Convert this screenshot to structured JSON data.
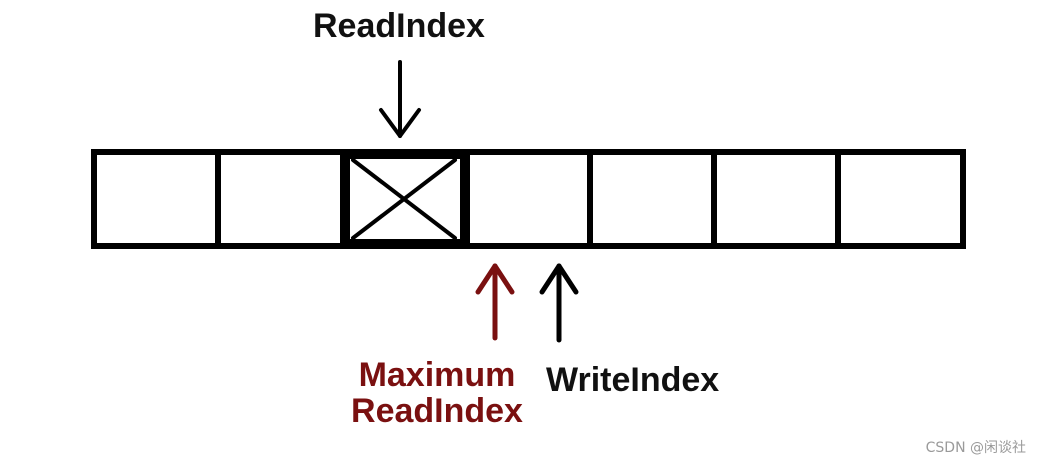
{
  "diagram": {
    "labels": {
      "read_index": "ReadIndex",
      "maximum_read_index_line1": "Maximum",
      "maximum_read_index_line2": "ReadIndex",
      "write_index": "WriteIndex"
    },
    "buffer": {
      "cell_count": 7,
      "marked_cell_index": 2
    },
    "colors": {
      "ink": "#000000",
      "max_read_accent": "#7a1010",
      "watermark": "#9a9a9a"
    }
  },
  "watermark": "CSDN @闲谈社"
}
